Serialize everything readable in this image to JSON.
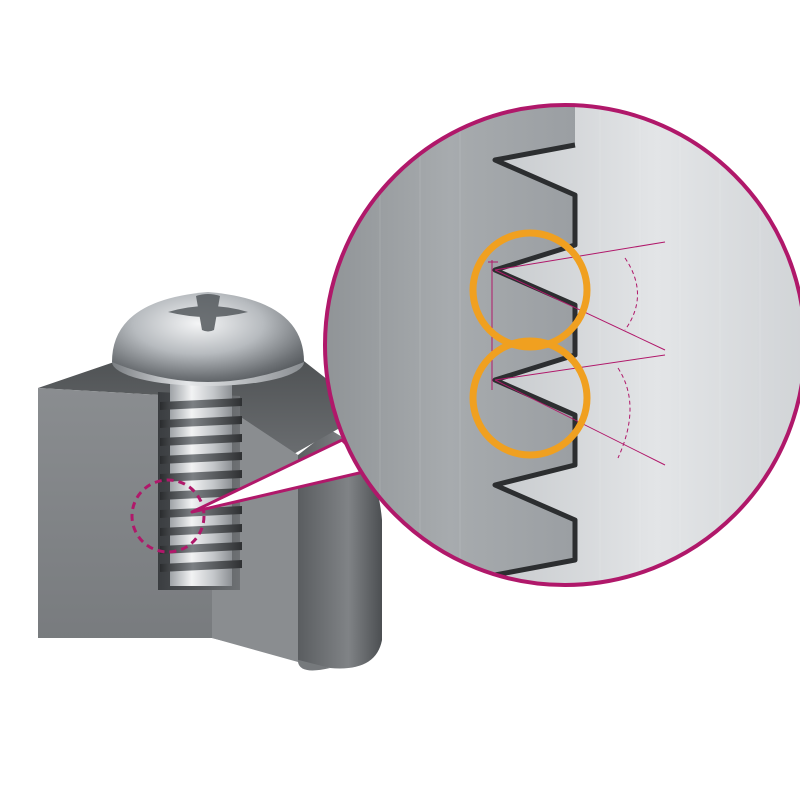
{
  "diagram": {
    "labels": [],
    "colors": {
      "background": "#ffffff",
      "accent_magenta": "#b0186a",
      "highlight_orange": "#f0a020",
      "block_front": "#7e8184",
      "block_top": "#5f6264",
      "block_side_dark": "#4a4d50",
      "metal_light": "#dcdee0",
      "metal_mid": "#a9adb1",
      "metal_dark": "#5c6064"
    },
    "parts": [
      {
        "id": "screw-head",
        "label": ""
      },
      {
        "id": "screw-shank",
        "label": ""
      },
      {
        "id": "threaded-block",
        "label": ""
      },
      {
        "id": "detail-marker",
        "label": ""
      },
      {
        "id": "magnified-detail",
        "label": ""
      },
      {
        "id": "thread-highlight-upper",
        "label": ""
      },
      {
        "id": "thread-highlight-lower",
        "label": ""
      }
    ]
  }
}
